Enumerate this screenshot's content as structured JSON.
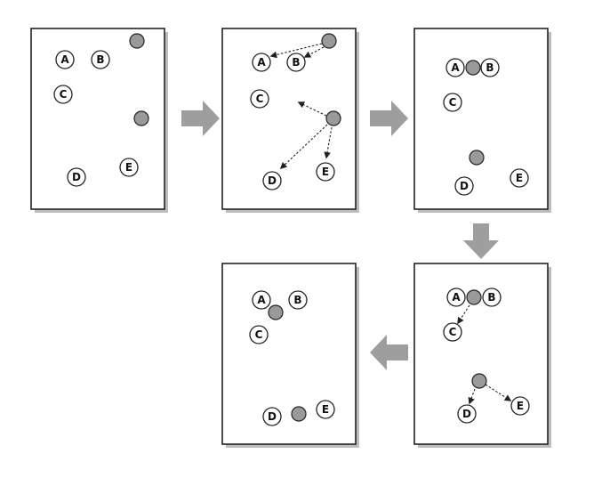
{
  "colors": {
    "panel_fill": "#ffffff",
    "panel_border": "#222222",
    "panel_shadow": "#bdbdbd",
    "node_fill": "#ffffff",
    "node_stroke": "#222222",
    "centroid_fill": "#9a9a9a",
    "arrow_color": "#9e9e9e"
  },
  "diagram": {
    "nodes": {
      "a": "A",
      "b": "B",
      "c": "C",
      "d": "D",
      "e": "E"
    }
  }
}
